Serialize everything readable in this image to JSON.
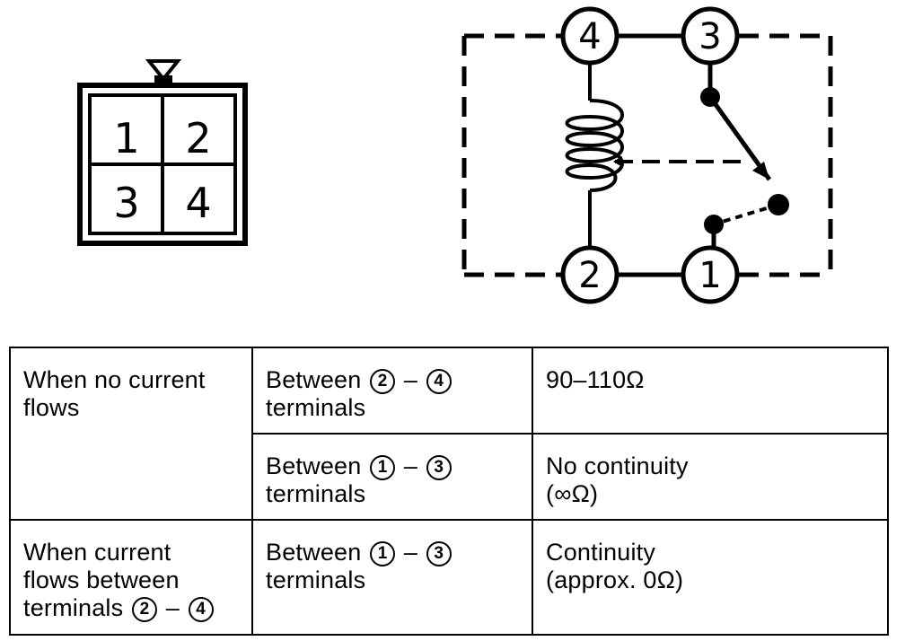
{
  "connector": {
    "pins": [
      "1",
      "2",
      "3",
      "4"
    ]
  },
  "relay": {
    "terminals": [
      "4",
      "3",
      "2",
      "1"
    ]
  },
  "table": {
    "rows": [
      {
        "condition": "When no current flows",
        "measure_prefix": "Between",
        "term_a": "2",
        "dash": "–",
        "term_b": "4",
        "measure_suffix": "terminals",
        "result_line1": "90–110Ω",
        "result_line2": ""
      },
      {
        "condition": "",
        "measure_prefix": "Between",
        "term_a": "1",
        "dash": "–",
        "term_b": "3",
        "measure_suffix": "terminals",
        "result_line1": "No continuity",
        "result_line2": "(∞Ω)"
      },
      {
        "condition_line1": "When current",
        "condition_line2": "flows between",
        "condition_line3_prefix": "terminals",
        "condition_term_a": "2",
        "condition_dash": "–",
        "condition_term_b": "4",
        "measure_prefix": "Between",
        "term_a": "1",
        "dash": "–",
        "term_b": "3",
        "measure_suffix": "terminals",
        "result_line1": "Continuity",
        "result_line2": "(approx. 0Ω)"
      }
    ]
  }
}
